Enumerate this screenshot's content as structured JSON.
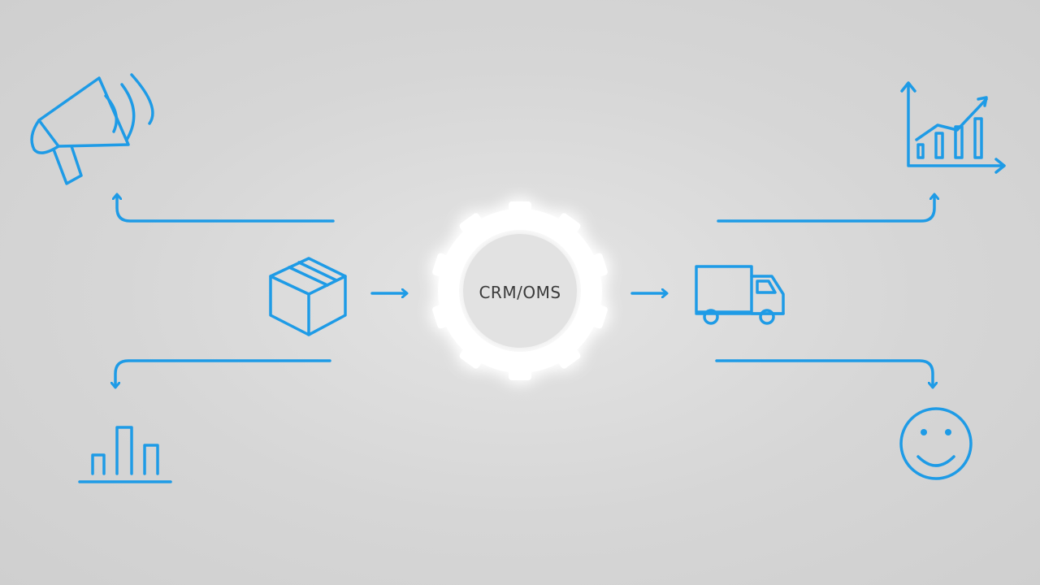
{
  "diagram": {
    "hub": {
      "label": "CRM/OMS",
      "icon": "gear-icon"
    },
    "nodes": [
      {
        "id": "product",
        "icon": "box-icon"
      },
      {
        "id": "marketing",
        "icon": "megaphone-icon"
      },
      {
        "id": "reports",
        "icon": "bar-chart-icon"
      },
      {
        "id": "delivery",
        "icon": "truck-icon"
      },
      {
        "id": "growth",
        "icon": "growth-chart-icon"
      },
      {
        "id": "customer",
        "icon": "smiley-icon"
      }
    ],
    "edges": [
      {
        "from": "product",
        "to": "hub"
      },
      {
        "from": "hub",
        "to": "delivery"
      },
      {
        "from": "product",
        "to": "marketing"
      },
      {
        "from": "product",
        "to": "reports"
      },
      {
        "from": "delivery",
        "to": "growth"
      },
      {
        "from": "delivery",
        "to": "customer"
      }
    ]
  },
  "colors": {
    "accent": "#1e9be6",
    "background": "#d6d6d6",
    "gear_glow": "#ffffff",
    "label": "#3a3a3a"
  }
}
